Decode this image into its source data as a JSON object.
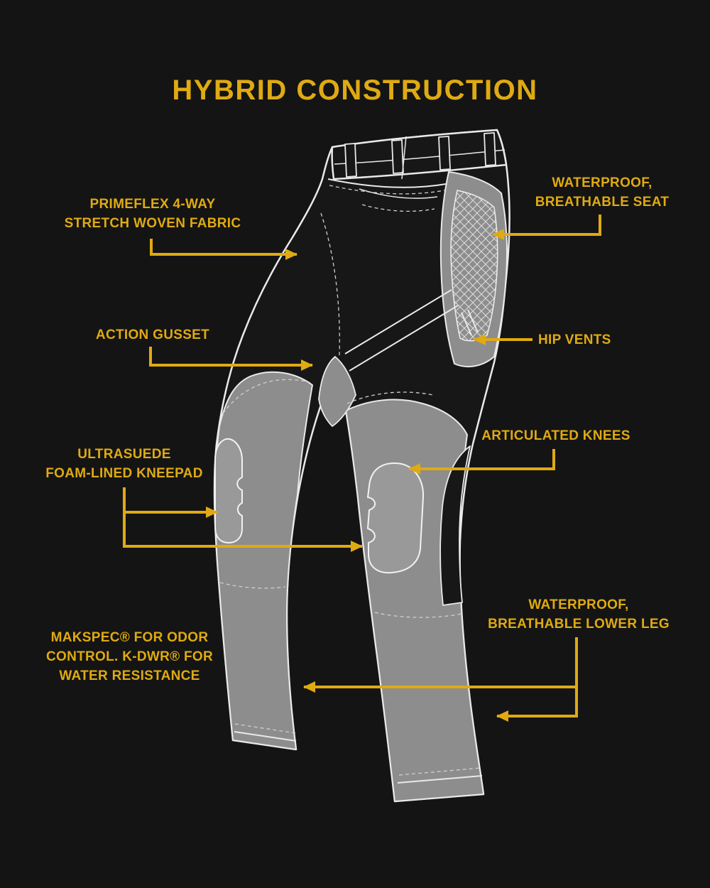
{
  "title": "HYBRID CONSTRUCTION",
  "figure_alt": "Rear three-quarter line illustration of technical pants with grey waterproof panels, mesh seat, kneepads and hip vents",
  "colors": {
    "background": "#141414",
    "accent": "#dfaa12",
    "line_art": "#e9e9e9",
    "panel_grey": "#8d8d8d",
    "panel_dark": "#171717"
  },
  "callouts": {
    "primeflex": {
      "lines": [
        "PRIMEFLEX 4-WAY",
        "STRETCH WOVEN FABRIC"
      ]
    },
    "seat": {
      "lines": [
        "WATERPROOF,",
        "BREATHABLE SEAT"
      ]
    },
    "action_gusset": {
      "lines": [
        "ACTION GUSSET"
      ]
    },
    "hip_vents": {
      "lines": [
        "HIP VENTS"
      ]
    },
    "articulated_knees": {
      "lines": [
        "ARTICULATED KNEES"
      ]
    },
    "kneepad": {
      "lines": [
        "ULTRASUEDE",
        "FOAM-LINED KNEEPAD"
      ]
    },
    "makspec": {
      "lines": [
        "MAKSPEC® FOR ODOR",
        "CONTROL. K-DWR® FOR",
        "WATER RESISTANCE"
      ]
    },
    "lower_leg": {
      "lines": [
        "WATERPROOF,",
        "BREATHABLE LOWER LEG"
      ]
    }
  }
}
